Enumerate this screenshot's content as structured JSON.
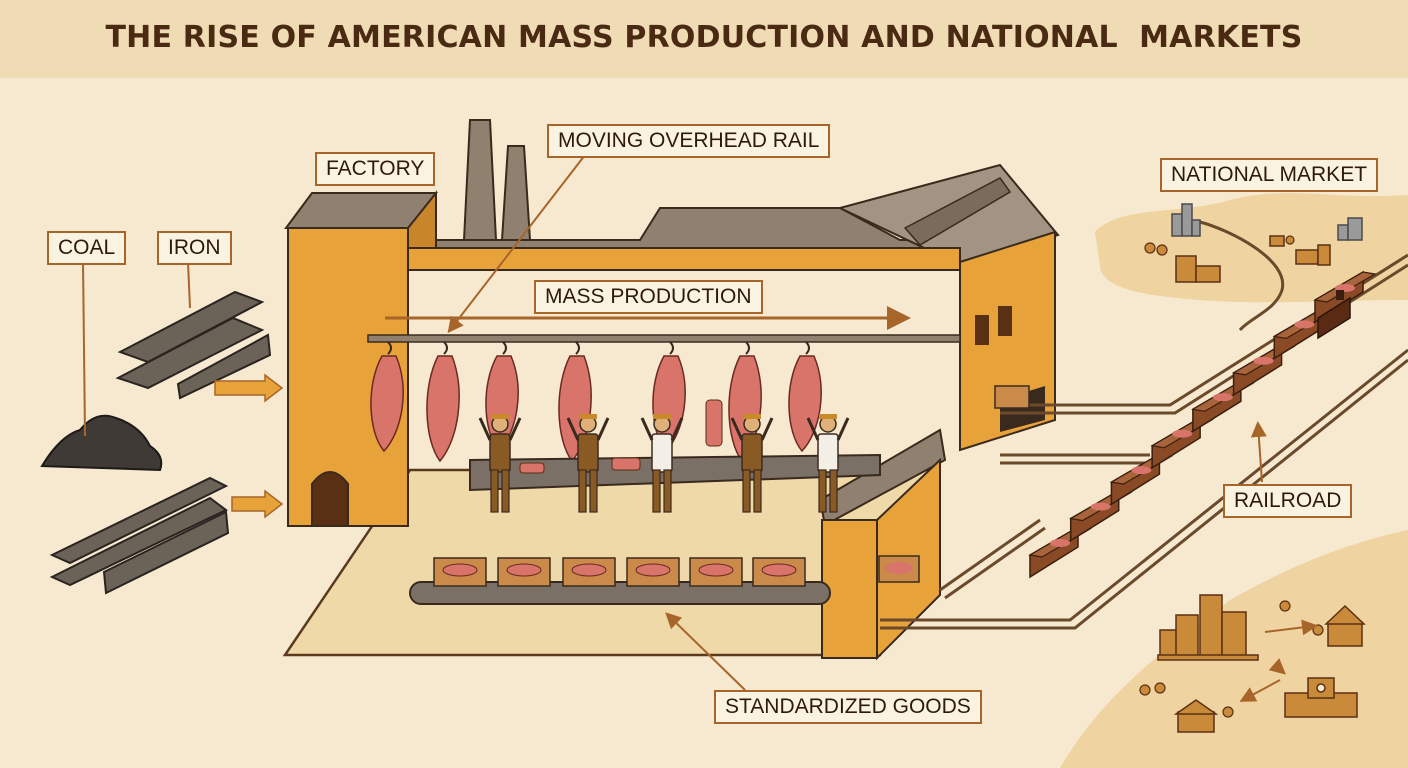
{
  "title": "THE RISE OF AMERICAN MASS PRODUCTION AND NATIONAL  MARKETS",
  "labels": {
    "coal": "COAL",
    "iron": "IRON",
    "factory": "FACTORY",
    "moving_overhead_rail": "MOVING OVERHEAD RAIL",
    "mass_production": "MASS PRODUCTION",
    "national_market": "NATIONAL MARKET",
    "railroad": "RAILROAD",
    "standardized_goods": "STANDARDIZED GOODS"
  },
  "colors": {
    "background": "#f6e9cf",
    "banner": "#f0dcb4",
    "title_text": "#4a2a12",
    "factory_wall": "#e8a23a",
    "factory_roof": "#8f8070",
    "floor": "#f0d9a8",
    "meat": "#d9746b",
    "rail_car": "#8a4a26",
    "label_border": "#a8652a",
    "label_fill": "#fbf3e2",
    "land": "#efd3a0",
    "town": "#c98a3a"
  },
  "icons": [
    "coal-pile-icon",
    "iron-beam-icon",
    "meat-carcass-icon",
    "worker-icon",
    "meat-crate-icon",
    "rail-car-icon",
    "locomotive-icon",
    "city-icon",
    "house-icon",
    "tree-icon",
    "town-hall-icon"
  ]
}
